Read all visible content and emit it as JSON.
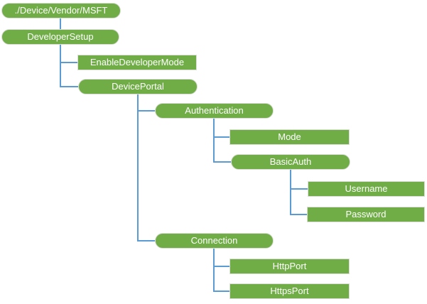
{
  "diagram": {
    "type": "tree",
    "description": "Configuration service provider node hierarchy",
    "colors": {
      "node_fill": "#70AD47",
      "node_border": "#DCDCD8",
      "node_text": "#FFFFFF",
      "connector": "#5B9BD5",
      "background": "#FFFFFF"
    },
    "nodes": [
      {
        "id": "root",
        "label": "./Device/Vendor/MSFT",
        "shape": "pill",
        "parent": null
      },
      {
        "id": "developer-setup",
        "label": "DeveloperSetup",
        "shape": "pill",
        "parent": "root"
      },
      {
        "id": "enable-developer-mode",
        "label": "EnableDeveloperMode",
        "shape": "rect",
        "parent": "developer-setup"
      },
      {
        "id": "device-portal",
        "label": "DevicePortal",
        "shape": "pill",
        "parent": "developer-setup"
      },
      {
        "id": "authentication",
        "label": "Authentication",
        "shape": "pill",
        "parent": "device-portal"
      },
      {
        "id": "mode",
        "label": "Mode",
        "shape": "rect",
        "parent": "authentication"
      },
      {
        "id": "basic-auth",
        "label": "BasicAuth",
        "shape": "pill",
        "parent": "authentication"
      },
      {
        "id": "username",
        "label": "Username",
        "shape": "rect",
        "parent": "basic-auth"
      },
      {
        "id": "password",
        "label": "Password",
        "shape": "rect",
        "parent": "basic-auth"
      },
      {
        "id": "connection",
        "label": "Connection",
        "shape": "pill",
        "parent": "device-portal"
      },
      {
        "id": "http-port",
        "label": "HttpPort",
        "shape": "rect",
        "parent": "connection"
      },
      {
        "id": "https-port",
        "label": "HttpsPort",
        "shape": "rect",
        "parent": "connection"
      }
    ]
  }
}
